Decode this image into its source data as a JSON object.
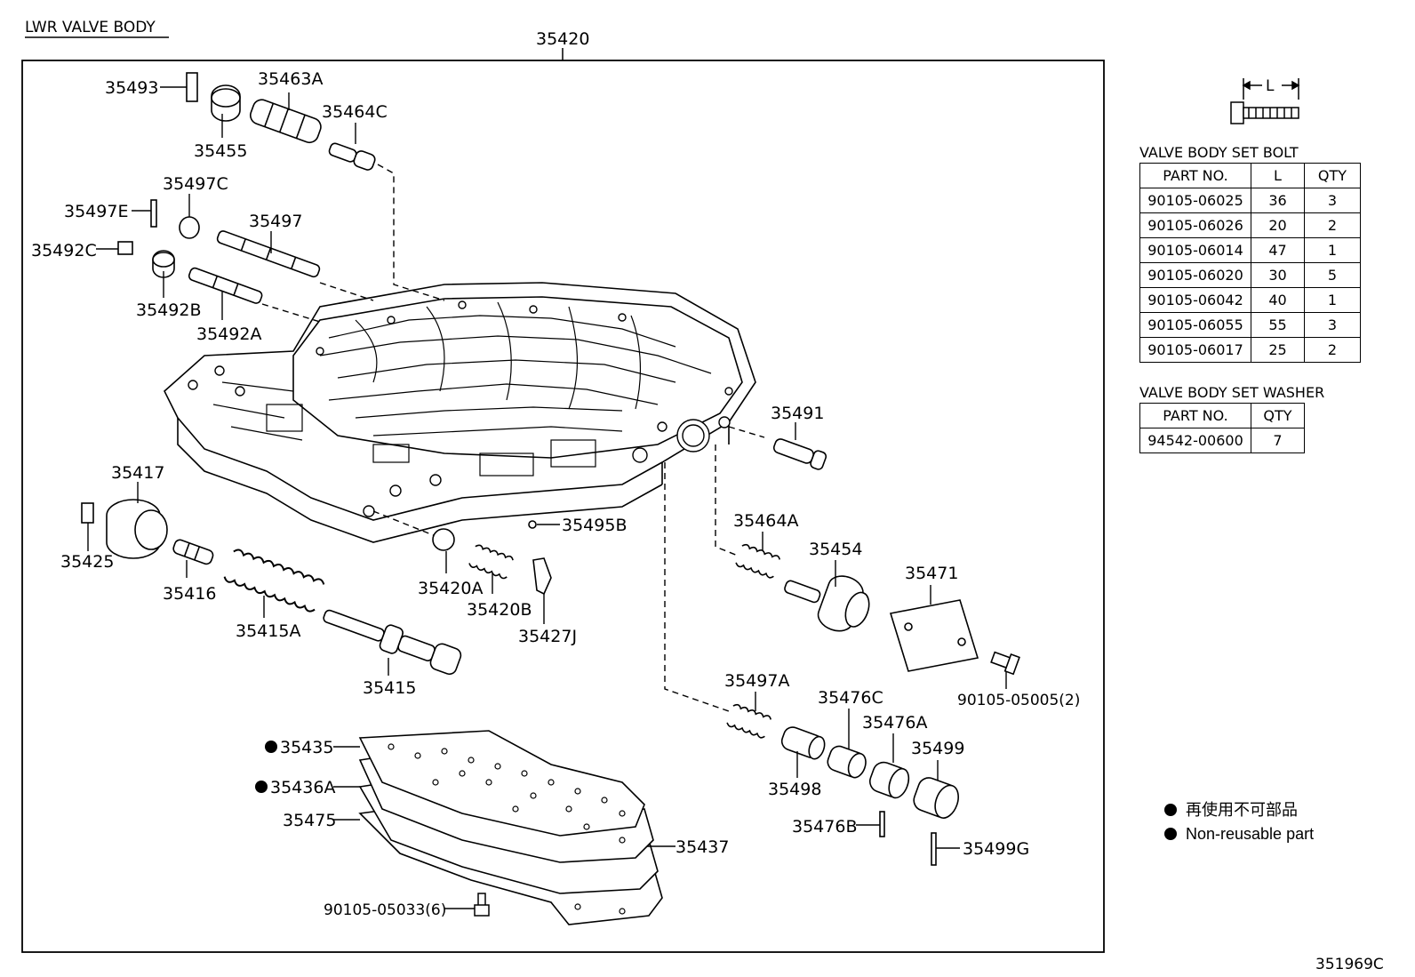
{
  "header": {
    "title": "LWR VALVE BODY",
    "assembly_no": "35420",
    "figure_no": "351969C"
  },
  "callouts": {
    "p35493": "35493",
    "p35463A": "35463A",
    "p35464C": "35464C",
    "p35455": "35455",
    "p35497C": "35497C",
    "p35497E": "35497E",
    "p35497": "35497",
    "p35492C": "35492C",
    "p35492B": "35492B",
    "p35492A": "35492A",
    "p35491": "35491",
    "p35417": "35417",
    "p35425": "35425",
    "p35416": "35416",
    "p35415A": "35415A",
    "p35415": "35415",
    "p35420A": "35420A",
    "p35420B": "35420B",
    "p35495B": "35495B",
    "p35427J": "35427J",
    "p35464A": "35464A",
    "p35454": "35454",
    "p35471": "35471",
    "p90105_05005": "90105-05005(2)",
    "p35497A": "35497A",
    "p35476C": "35476C",
    "p35476A": "35476A",
    "p35499": "35499",
    "p35498": "35498",
    "p35476B": "35476B",
    "p35499G": "35499G",
    "p35435": "35435",
    "p35436A": "35436A",
    "p35475": "35475",
    "p35437": "35437",
    "p90105_05033": "90105-05033(6)"
  },
  "bolt_dimension_label": "L",
  "bolt_table": {
    "caption": "VALVE BODY SET BOLT",
    "headers": [
      "PART NO.",
      "L",
      "QTY"
    ],
    "rows": [
      [
        "90105-06025",
        "36",
        "3"
      ],
      [
        "90105-06026",
        "20",
        "2"
      ],
      [
        "90105-06014",
        "47",
        "1"
      ],
      [
        "90105-06020",
        "30",
        "5"
      ],
      [
        "90105-06042",
        "40",
        "1"
      ],
      [
        "90105-06055",
        "55",
        "3"
      ],
      [
        "90105-06017",
        "25",
        "2"
      ]
    ]
  },
  "washer_table": {
    "caption": "VALVE BODY SET WASHER",
    "headers": [
      "PART NO.",
      "QTY"
    ],
    "rows": [
      [
        "94542-00600",
        "7"
      ]
    ]
  },
  "legend": {
    "line1": "再使用不可部品",
    "line2": "Non-reusable part"
  }
}
